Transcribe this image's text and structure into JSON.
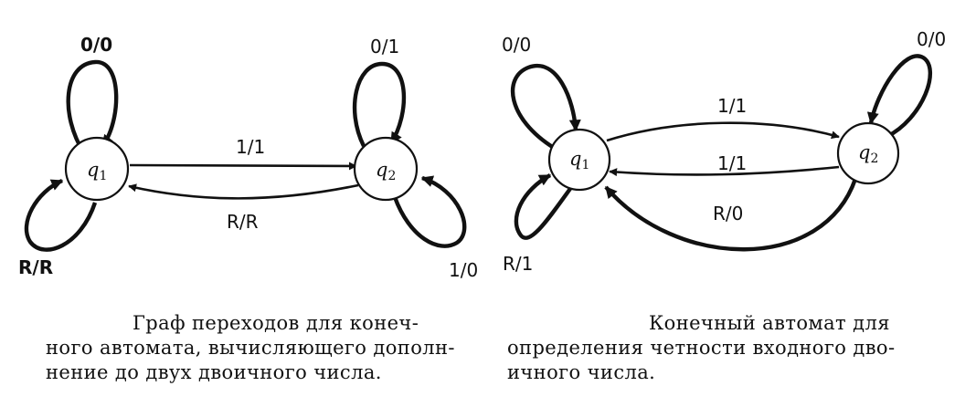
{
  "diagram_left": {
    "states": {
      "q1": {
        "name": "q",
        "index": "1"
      },
      "q2": {
        "name": "q",
        "index": "2"
      }
    },
    "labels": {
      "loop_q1_top": "0/0",
      "loop_q1_bottom": "R/R",
      "loop_q2_top": "0/1",
      "loop_q2_bottom": "1/0",
      "edge_q1_q2": "1/1",
      "edge_q2_q1": "R/R"
    },
    "caption_lines": [
      "Граф переходов для конеч-",
      "ного автомата, вычисляющего дополн-",
      "нение до двух двоичного числа."
    ]
  },
  "diagram_right": {
    "states": {
      "q1": {
        "name": "q",
        "index": "1"
      },
      "q2": {
        "name": "q",
        "index": "2"
      }
    },
    "labels": {
      "loop_q1_top": "0/0",
      "loop_q1_bottom": "R/1",
      "loop_q2_top": "0/0",
      "edge_q1_q2": "1/1",
      "edge_q2_q1": "1/1",
      "edge_q2_q1_lower": "R/0"
    },
    "caption_lines": [
      "Конечный автомат для",
      "определения четности входного дво-",
      "ичного числа."
    ]
  },
  "colors": {
    "ink": "#111111",
    "background": "#ffffff"
  }
}
